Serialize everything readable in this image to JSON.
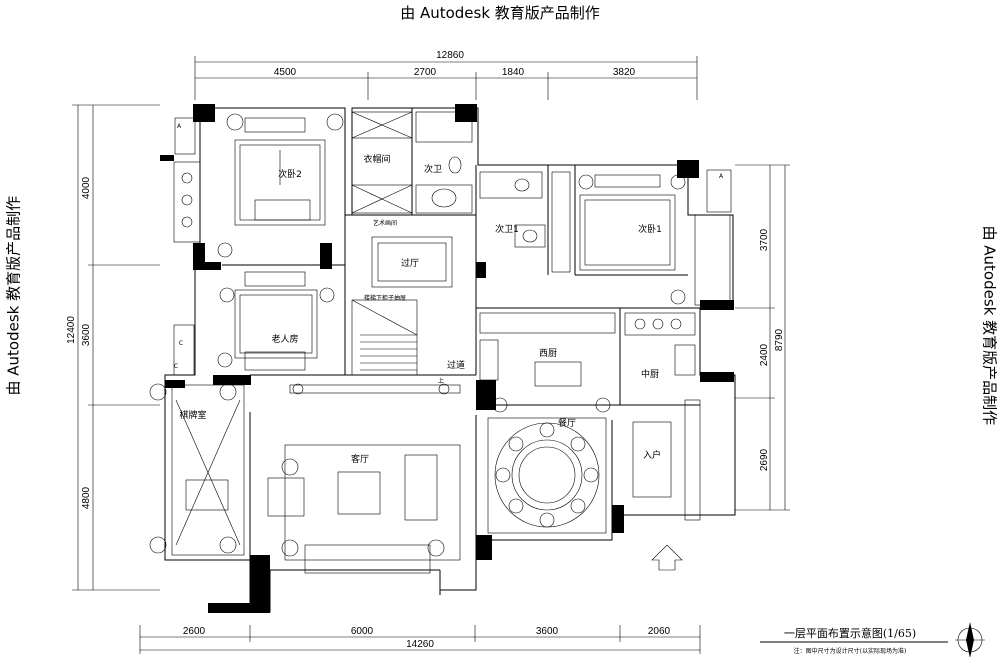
{
  "watermark": "由 Autodesk 教育版产品制作",
  "dimensions": {
    "top_total": "12860",
    "top": [
      "4500",
      "2700",
      "1840",
      "3820"
    ],
    "bottom_total": "14260",
    "bottom": [
      "2600",
      "6000",
      "3600",
      "2060"
    ],
    "left_total": "12400",
    "left": [
      "4000",
      "3600",
      "4800"
    ],
    "right_total": "8790",
    "right": [
      "3700",
      "2400",
      "2690"
    ]
  },
  "rooms": {
    "bedroom2": "次卧2",
    "cloakroom": "衣帽间",
    "bath_top": "次卫",
    "bath_right": "次卫1",
    "bedroom1": "次卧1",
    "art_niche": "艺术画间",
    "hall": "过厅",
    "stair_note": "楼梯下柜子抽屉",
    "elder_room": "老人房",
    "corridor": "过道",
    "west_kitchen": "西厨",
    "chinese_kitchen": "中厨",
    "chess_room": "棋牌室",
    "living_room": "客厅",
    "dining_room": "餐厅",
    "entrance": "入户",
    "up": "上"
  },
  "labels": {
    "wardrobe_a": "A",
    "wardrobe_b": "A",
    "window_c": "C",
    "window_d": "C"
  },
  "title_block": {
    "title": "一层平面布置示意图(1/65)",
    "note": "注：图中尺寸为设计尺寸(以实际现场为准)"
  }
}
